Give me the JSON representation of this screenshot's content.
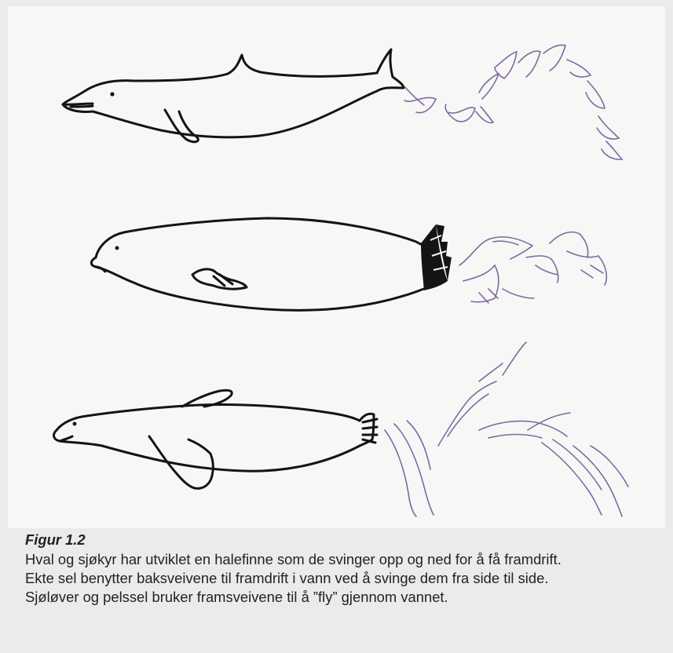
{
  "figure": {
    "label": "Figur 1.2",
    "caption_lines": [
      "Hval og sjøkyr har utviklet en halefinne som de svinger opp og ned for å få framdrift.",
      "Ekte sel benytter baksveivene til framdrift i vann ved å svinge dem fra side til side.",
      "Sjøløver og pelssel bruker framsveivene til å ”fly” gjennom vannet."
    ]
  },
  "drawings": {
    "outline_color": "#141414",
    "motion_trail_color": "#7f6aa3",
    "items": [
      "dolphin-drawing",
      "seal-drawing",
      "sea-lion-drawing"
    ]
  }
}
